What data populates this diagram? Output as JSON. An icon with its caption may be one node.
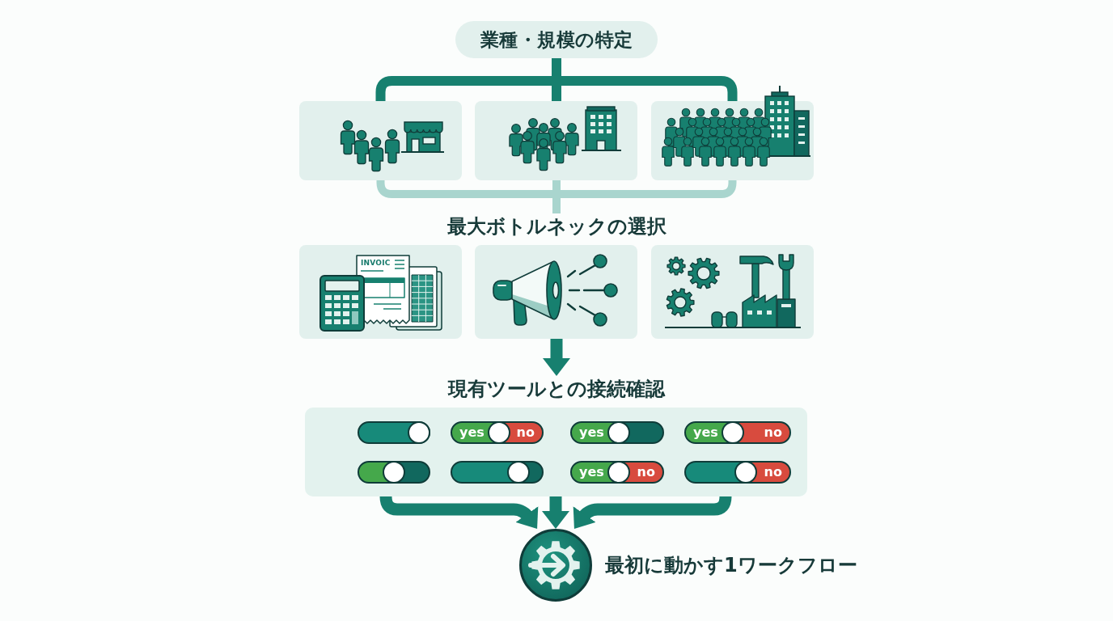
{
  "diagram": {
    "nodes": [
      {
        "text": [
          "業種・規模の特定"
        ]
      },
      {
        "text": [],
        "shape": "picture"
      },
      {
        "text": [],
        "shape": "picture"
      },
      {
        "text": [],
        "shape": "picture"
      },
      {
        "text": [
          "最大ボトルネックの選択"
        ]
      },
      {
        "text": [],
        "shape": "picture"
      },
      {
        "text": [],
        "shape": "picture"
      },
      {
        "text": [],
        "shape": "picture"
      },
      {
        "text": [
          "現有ツールとの接続確認"
        ]
      },
      {
        "text": [
          "yes",
          "no",
          "yes",
          "yes",
          "no",
          "yes",
          "no",
          "no"
        ]
      },
      {
        "text": [],
        "shape": "circle",
        "beside": [
          "最初に動かす1ワークフロー"
        ]
      }
    ],
    "edges": [
      {
        "from": 0,
        "to": 1,
        "arrow": "none"
      },
      {
        "from": 0,
        "to": 2,
        "arrow": "none"
      },
      {
        "from": 0,
        "to": 3,
        "arrow": "none"
      },
      {
        "from": 1,
        "to": 4,
        "arrow": "none",
        "color": "#a9d5ce"
      },
      {
        "from": 2,
        "to": 4,
        "arrow": "none",
        "color": "#a9d5ce"
      },
      {
        "from": 3,
        "to": 4,
        "arrow": "none",
        "color": "#a9d5ce"
      },
      {
        "from": 6,
        "to": 8,
        "arrow": "to"
      },
      {
        "from": 9,
        "to": 10,
        "arrow": "to"
      },
      {
        "from": 9,
        "to": 10,
        "arrow": "to"
      },
      {
        "from": 9,
        "to": 10,
        "arrow": "to"
      }
    ],
    "labels": [
      "INVOIC"
    ]
  }
}
